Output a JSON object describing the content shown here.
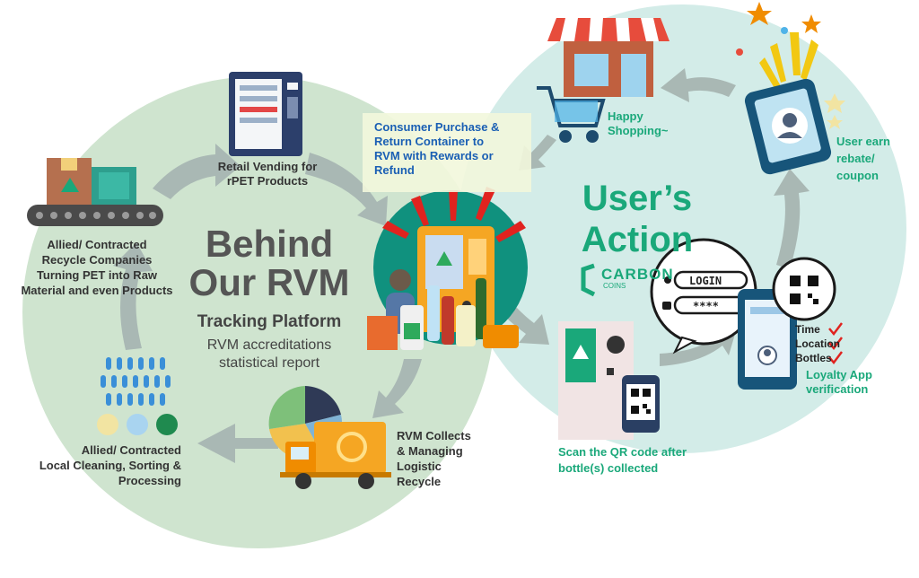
{
  "center": {
    "title_line1": "Behind",
    "title_line2": "Our RVM",
    "platform": "Tracking Platform",
    "sub_line1": "RVM accreditations",
    "sub_line2": "statistical report"
  },
  "right": {
    "title_line1": "User’s",
    "title_line2": "Action",
    "brand_name": "CARBON",
    "brand_sub": "COINS"
  },
  "steps": {
    "retail": [
      "Retail Vending for",
      "rPET Products"
    ],
    "consumer": [
      "Consumer Purchase &",
      "Return Container to",
      "RVM with Rewards or",
      "Refund"
    ],
    "happy": [
      "Happy",
      "Shopping~"
    ],
    "earn": [
      "User earn",
      "rebate/",
      "coupon"
    ],
    "loyalty": [
      "Loyalty App",
      "verification"
    ],
    "scan": [
      "Scan the QR code after",
      "bottle(s) collected"
    ],
    "collects": [
      "RVM Collects",
      "& Managing",
      "Logistic",
      "Recycle"
    ],
    "cleaning": [
      "Allied/ Contracted",
      "Local Cleaning, Sorting &",
      "Processing"
    ],
    "allied": [
      "Allied/ Contracted",
      "Recycle Companies",
      "Turning PET into Raw",
      "Material and even Products"
    ]
  },
  "login_bubble": {
    "login_text": "LOGIN",
    "password_text": "****"
  },
  "checklist": [
    "Time",
    "Location",
    "Bottles"
  ],
  "colors": {
    "left_circle": "#cfe4cf",
    "right_circle": "#d3ece8",
    "arrow": "#a9b8b4",
    "accent_green": "#1aa87a",
    "accent_blue": "#1a5fb4",
    "rvm_bg": "#10917e",
    "red_rays": "#e0231f"
  }
}
